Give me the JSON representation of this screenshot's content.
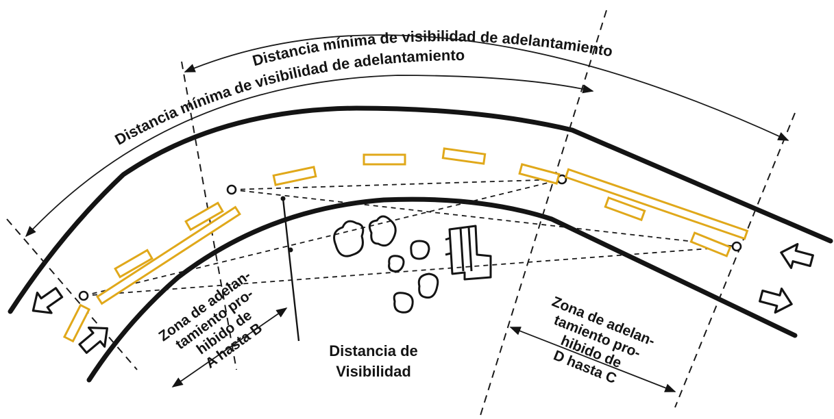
{
  "labels": {
    "outer_dimension": "Distancia mínima de visibilidad de adelantamiento",
    "inner_dimension": "Distancia mínima de visibilidad de adelantamiento",
    "zone_left": [
      "Zona de adelan-",
      "tamiento pro-",
      "hibido de",
      "A hasta B"
    ],
    "sight_distance": [
      "Distancia de",
      "Visibilidad"
    ],
    "zone_right": [
      "Zona de adelan-",
      "tamiento pro-",
      "hibido de",
      "D hasta C"
    ]
  },
  "colors": {
    "road": "#141414",
    "center_marking": "#e0a81a"
  }
}
